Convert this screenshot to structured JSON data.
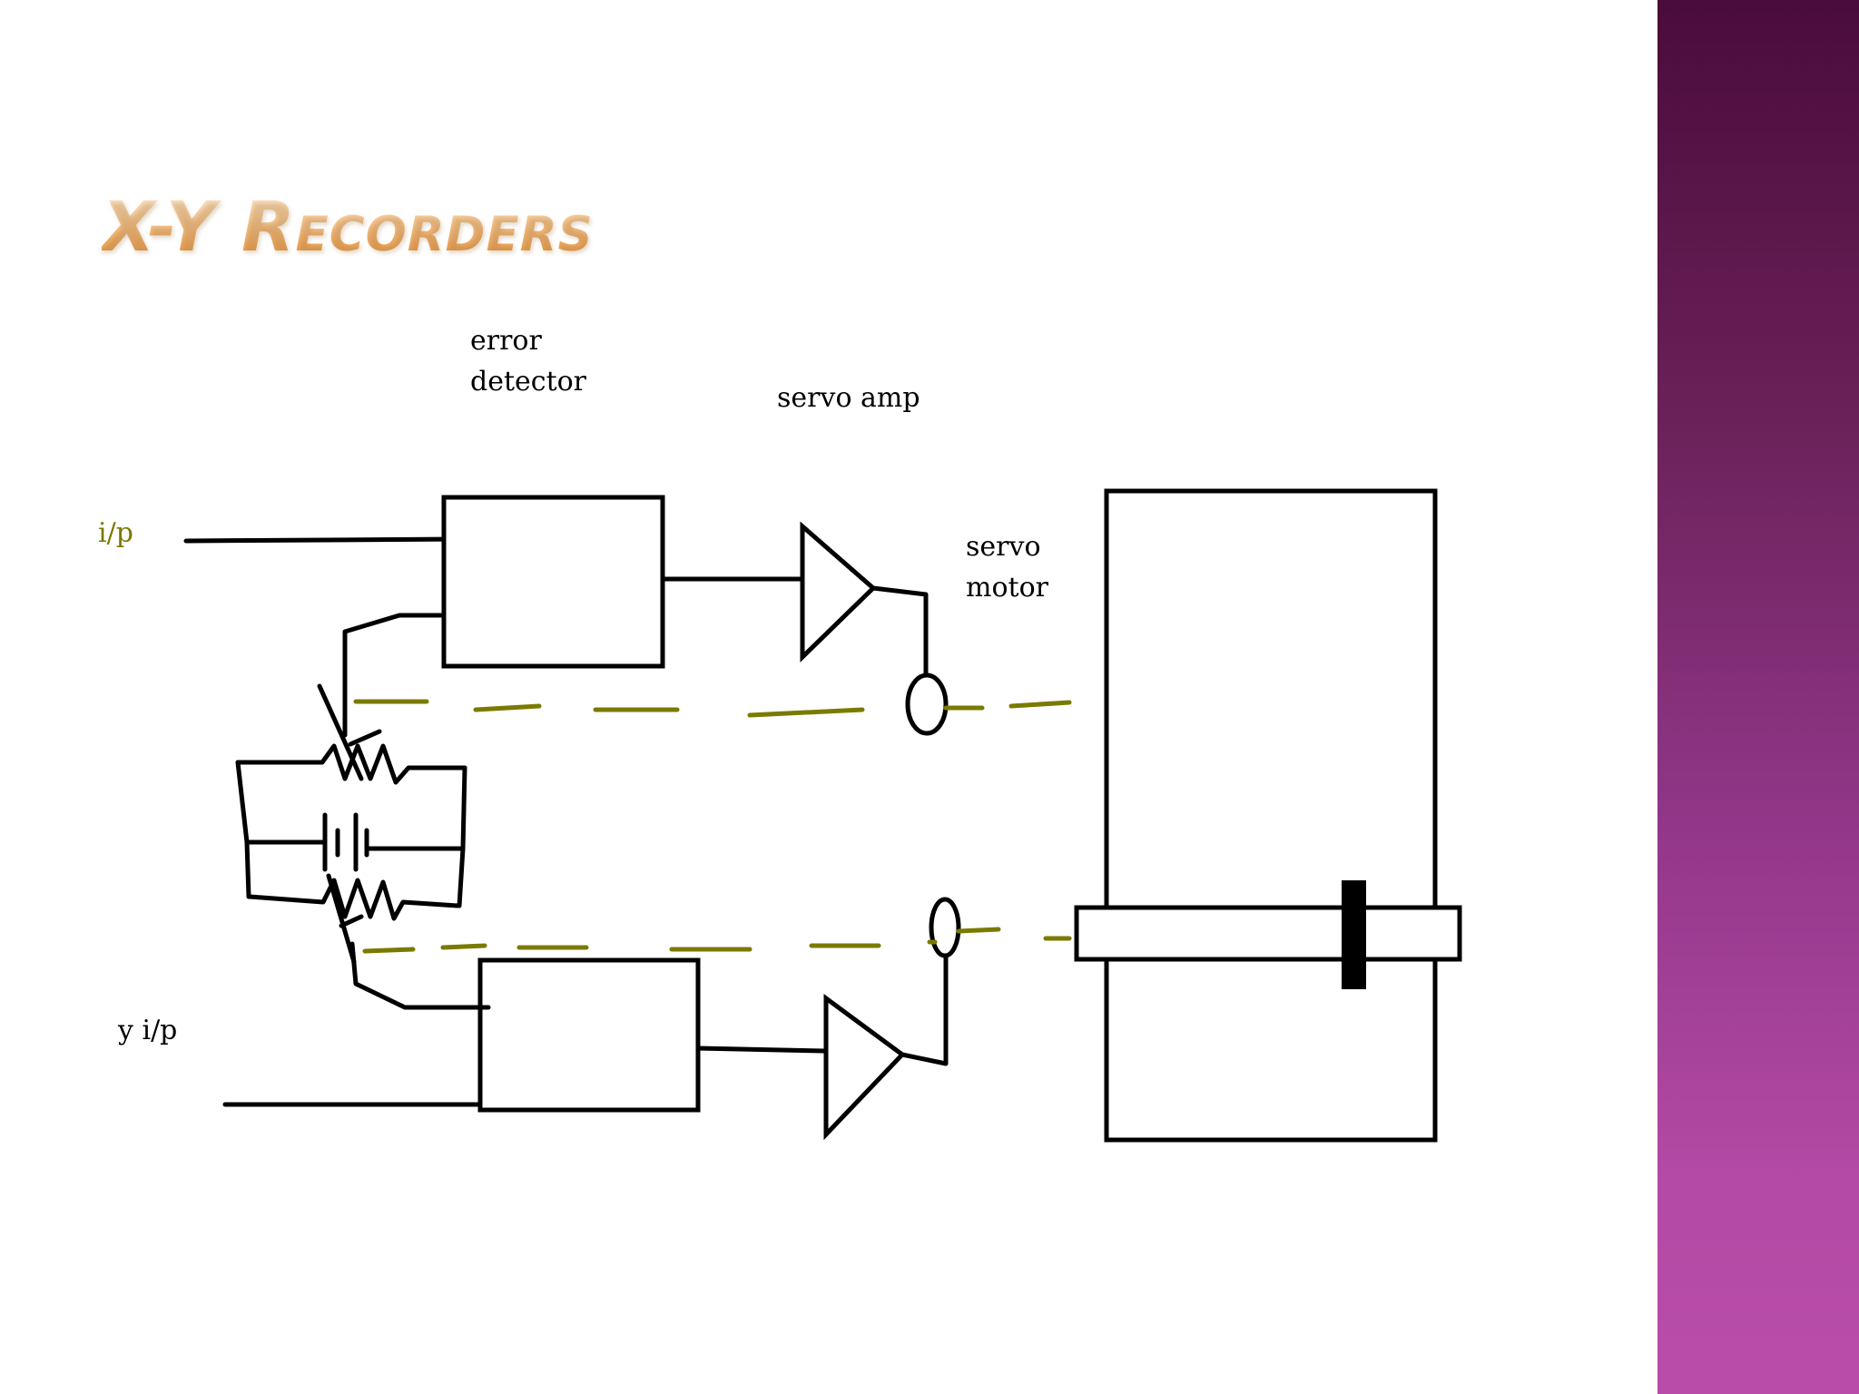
{
  "slide": {
    "title": "X-Y Recorders"
  },
  "labels": {
    "error_detector_line1": "error",
    "error_detector_line2": "detector",
    "servo_amp": "servo amp",
    "x_input": "i/p",
    "servo_motor_line1": "servo",
    "servo_motor_line2": "motor",
    "y_input": "y i/p"
  },
  "colors": {
    "side_band_top": "#4a0c3a",
    "side_band_bottom": "#b94ca9",
    "mechanical_linkage": "#7a7a00",
    "title": "#f2a85a"
  }
}
